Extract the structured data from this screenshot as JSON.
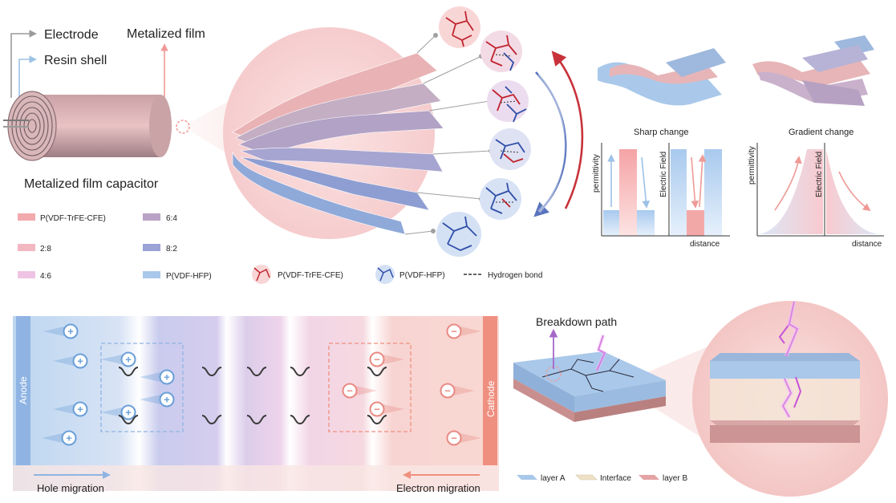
{
  "capacitor": {
    "electrode_label": "Electrode",
    "resin_shell_label": "Resin shell",
    "metalized_film_label": "Metalized film",
    "capacitor_label": "Metalized film capacitor"
  },
  "legend": {
    "items": [
      {
        "label": "P(VDF-TrFE-CFE)",
        "color": "#f2a9ad"
      },
      {
        "label": "2:8",
        "color": "#f3b7c2"
      },
      {
        "label": "4:6",
        "color": "#efc3e4"
      },
      {
        "label": "6:4",
        "color": "#b9a2c6"
      },
      {
        "label": "8:2",
        "color": "#9aa2d6"
      },
      {
        "label": "P(VDF-HFP)",
        "color": "#a9c8ea"
      }
    ],
    "network_red_label": "P(VDF-TrFE-CFE)",
    "network_blue_label": "P(VDF-HFP)",
    "hydrogen_bond_label": "Hydrogen bond"
  },
  "field_panels": {
    "sharp": {
      "title": "Sharp change",
      "y_left": "permittivity",
      "y_right": "Electric Field",
      "x_label": "distance"
    },
    "gradient": {
      "title": "Gradient change",
      "y_left": "permittivity",
      "y_right": "Electric Field",
      "x_label": "distance"
    }
  },
  "migration": {
    "anode_label": "Anode",
    "cathode_label": "Cathode",
    "hole_label": "Hole migration",
    "electron_label": "Electron migration",
    "hole_symbol": "+",
    "electron_symbol": "−"
  },
  "breakdown": {
    "path_label": "Breakdown path",
    "layer_a_label": "layer A",
    "interface_label": "Interface",
    "layer_b_label": "layer B"
  },
  "colors": {
    "red_polymer": "#c0242e",
    "blue_polymer": "#2f4fa8",
    "anode": "#8fb4e3",
    "cathode": "#ef8f80",
    "hole": "#6a9fd8",
    "electron": "#e98a83"
  }
}
